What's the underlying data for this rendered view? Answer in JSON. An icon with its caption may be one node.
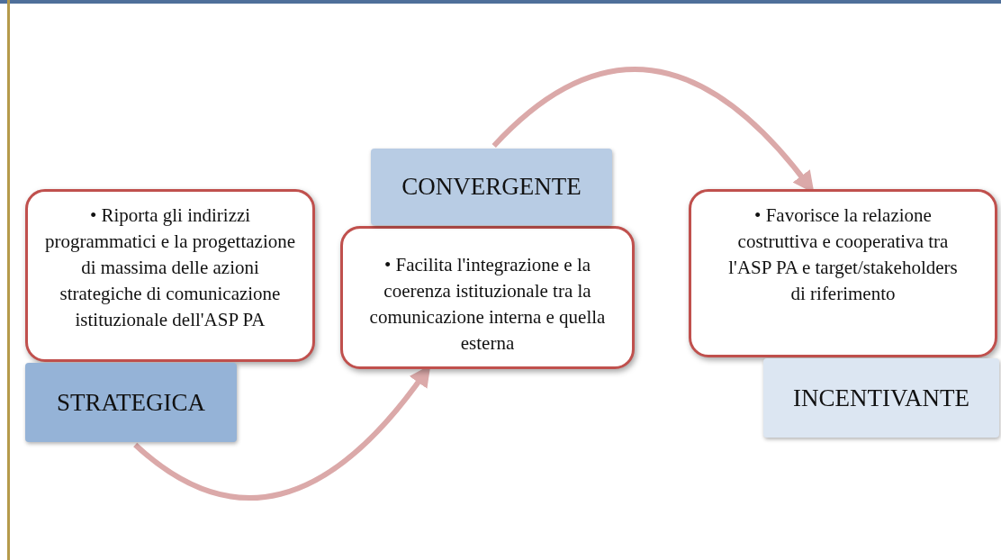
{
  "diagram": {
    "nodes": [
      {
        "text": [
          "• Riporta gli indirizzi programmatici e la progettazione di massima delle azioni strategiche di comunicazione istituzionale dell'ASP PA"
        ]
      },
      {
        "text": [
          "STRATEGICA"
        ]
      },
      {
        "text": [
          "CONVERGENTE"
        ]
      },
      {
        "text": [
          "• Facilita l'integrazione e la coerenza istituzionale tra la comunicazione interna e quella esterna"
        ]
      },
      {
        "text": [
          "• Favorisce la relazione costruttiva e cooperativa tra l'ASP PA e target/stakeholders di riferimento"
        ]
      },
      {
        "text": [
          "INCENTIVANTE"
        ]
      }
    ],
    "edges": [
      {
        "from": 1,
        "to": 3,
        "arrow": "to"
      },
      {
        "from": 2,
        "to": 4,
        "arrow": "to"
      }
    ]
  }
}
